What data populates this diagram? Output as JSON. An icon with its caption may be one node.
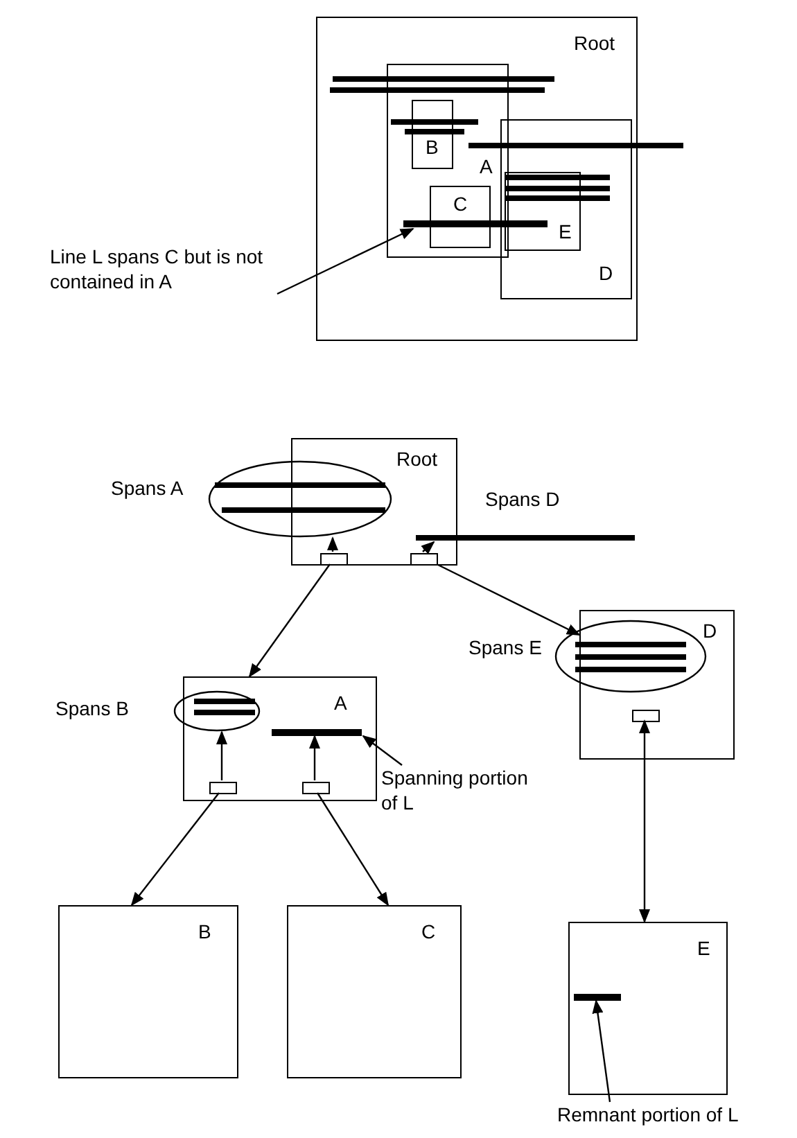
{
  "diagram": {
    "nodes": [
      {
        "text": [
          "Root"
        ]
      },
      {
        "text": [
          "A"
        ],
        "in": 0
      },
      {
        "text": [
          "B"
        ],
        "in": 1
      },
      {
        "text": [
          "C"
        ],
        "in": 1
      },
      {
        "text": [
          "D"
        ],
        "in": 0
      },
      {
        "text": [
          "E"
        ],
        "in": 4
      },
      {
        "text": [],
        "shape": "bar",
        "in": 0
      },
      {
        "text": [
          "Line L spans C but is not contained in A"
        ]
      },
      {
        "text": [
          "Spans A"
        ]
      },
      {
        "text": [
          "Root"
        ]
      },
      {
        "text": [],
        "shape": "box",
        "in": 9
      },
      {
        "text": [],
        "shape": "box",
        "in": 9
      },
      {
        "text": [
          "Spans D"
        ]
      },
      {
        "text": [
          "A"
        ]
      },
      {
        "text": [
          "Spans B"
        ]
      },
      {
        "text": [],
        "shape": "bar",
        "in": 13
      },
      {
        "text": [],
        "shape": "box",
        "in": 13
      },
      {
        "text": [],
        "shape": "box",
        "in": 13
      },
      {
        "text": [
          "Spanning portion of L"
        ]
      },
      {
        "text": [
          "D"
        ]
      },
      {
        "text": [
          "Spans E"
        ]
      },
      {
        "text": [],
        "shape": "box",
        "in": 19
      },
      {
        "text": [
          "B"
        ]
      },
      {
        "text": [
          "C"
        ]
      },
      {
        "text": [
          "E"
        ]
      },
      {
        "text": [],
        "shape": "bar",
        "in": 24
      },
      {
        "text": [
          "Remnant portion of L"
        ]
      }
    ],
    "edges": [
      {
        "from": 7,
        "to": 6,
        "arrow": "to"
      },
      {
        "from": 10,
        "to": 8,
        "arrow": "to"
      },
      {
        "from": 11,
        "to": 12,
        "arrow": "to"
      },
      {
        "from": 10,
        "to": 13,
        "arrow": "to"
      },
      {
        "from": 11,
        "to": 19,
        "arrow": "to"
      },
      {
        "from": 16,
        "to": 14,
        "arrow": "to"
      },
      {
        "from": 17,
        "to": 15,
        "arrow": "to"
      },
      {
        "from": 16,
        "to": 22,
        "arrow": "to"
      },
      {
        "from": 17,
        "to": 23,
        "arrow": "to"
      },
      {
        "from": 18,
        "to": 15,
        "arrow": "to"
      },
      {
        "from": 21,
        "to": 24,
        "arrow": "both"
      },
      {
        "from": 26,
        "to": 25,
        "arrow": "to"
      }
    ]
  }
}
